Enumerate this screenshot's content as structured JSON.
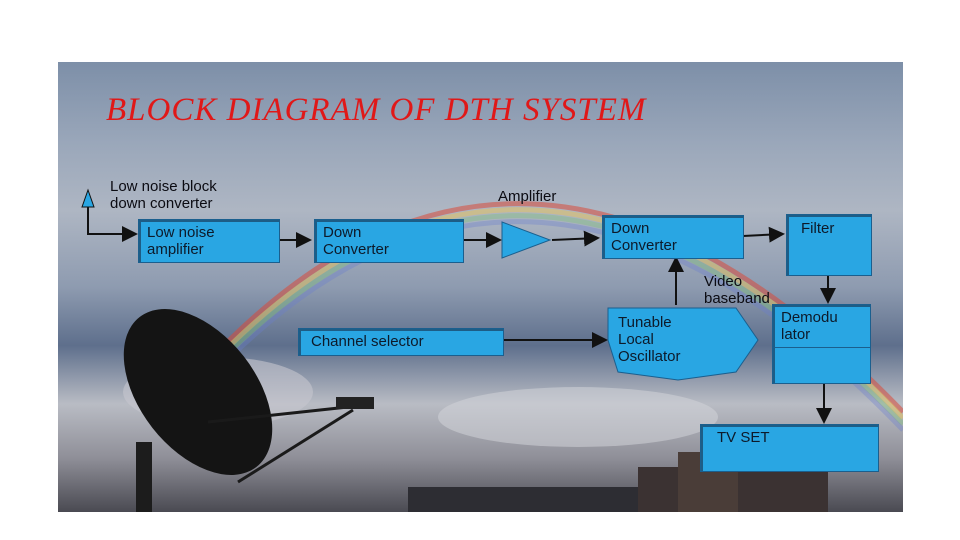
{
  "title": "BLOCK DIAGRAM OF DTH  SYSTEM",
  "blocks": {
    "lnb_label": "Low noise block\ndown converter",
    "lna": "Low noise\namplifier",
    "down_converter_1": "Down\nConverter",
    "amplifier_label": "Amplifier",
    "down_converter_2": "Down\nConverter",
    "filter": "Filter",
    "video_baseband_label": "Video\nbaseband",
    "demodulator": "Demodu\nlator",
    "channel_selector": "Channel selector",
    "tunable_oscillator": "Tunable\nLocal\nOscillator",
    "tv_set": "TV SET"
  },
  "colors": {
    "block_fill": "#29a6e3",
    "title": "#e01818"
  }
}
